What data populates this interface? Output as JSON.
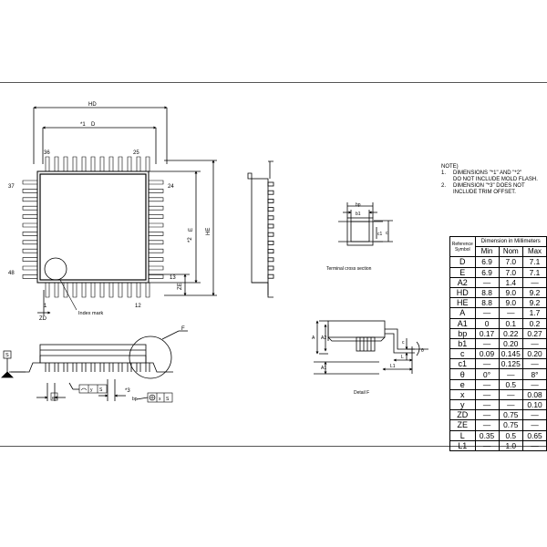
{
  "notes": {
    "heading": "NOTE)",
    "items": [
      {
        "num": "1.",
        "lines": [
          "DIMENSIONS \"*1\" AND \"*2\"",
          "DO NOT INCLUDE MOLD FLASH."
        ]
      },
      {
        "num": "2.",
        "lines": [
          "DIMENSION \"*3\" DOES NOT",
          "INCLUDE TRIM OFFSET."
        ]
      }
    ]
  },
  "table": {
    "header_ref": [
      "Reference",
      "Symbol"
    ],
    "header_dim": "Dimension in Millimeters",
    "cols": [
      "Min",
      "Nom",
      "Max"
    ],
    "rows": [
      {
        "sym": "D",
        "min": "6.9",
        "nom": "7.0",
        "max": "7.1"
      },
      {
        "sym": "E",
        "min": "6.9",
        "nom": "7.0",
        "max": "7.1"
      },
      {
        "sym": "A2",
        "min": "—",
        "nom": "1.4",
        "max": "—"
      },
      {
        "sym": "HD",
        "min": "8.8",
        "nom": "9.0",
        "max": "9.2"
      },
      {
        "sym": "HE",
        "min": "8.8",
        "nom": "9.0",
        "max": "9.2"
      },
      {
        "sym": "A",
        "min": "—",
        "nom": "—",
        "max": "1.7"
      },
      {
        "sym": "A1",
        "min": "0",
        "nom": "0.1",
        "max": "0.2"
      },
      {
        "sym": "bp",
        "min": "0.17",
        "nom": "0.22",
        "max": "0.27"
      },
      {
        "sym": "b1",
        "min": "—",
        "nom": "0.20",
        "max": "—"
      },
      {
        "sym": "c",
        "min": "0.09",
        "nom": "0.145",
        "max": "0.20"
      },
      {
        "sym": "c1",
        "min": "—",
        "nom": "0.125",
        "max": "—"
      },
      {
        "sym": "θ",
        "min": "0°",
        "nom": "—",
        "max": "8°"
      },
      {
        "sym": "e",
        "min": "—",
        "nom": "0.5",
        "max": "—"
      },
      {
        "sym": "x",
        "min": "—",
        "nom": "—",
        "max": "0.08"
      },
      {
        "sym": "y",
        "min": "—",
        "nom": "—",
        "max": "0.10"
      },
      {
        "sym": "ZD",
        "min": "—",
        "nom": "0.75",
        "max": "—"
      },
      {
        "sym": "ZE",
        "min": "—",
        "nom": "0.75",
        "max": "—"
      },
      {
        "sym": "L",
        "min": "0.35",
        "nom": "0.5",
        "max": "0.65"
      },
      {
        "sym": "L1",
        "min": "—",
        "nom": "1.0",
        "max": "—"
      }
    ]
  },
  "labels": {
    "hd": "HD",
    "d": "D",
    "star1": "*1",
    "pin36": "36",
    "pin25": "25",
    "pin37": "37",
    "pin24": "24",
    "pin48": "48",
    "pin13": "13",
    "pin1": "1",
    "pin12": "12",
    "e": "E",
    "he": "HE",
    "star2": "*2",
    "ze": "ZE",
    "zd": "ZD",
    "index_mark": "Index mark",
    "f": "F",
    "s": "S",
    "e_circ": "e",
    "y_box": "y",
    "s_box": "S",
    "star3": "*3",
    "bp": "bp",
    "x_box": "x",
    "s2_box": "S",
    "terminal_bp": "bp",
    "terminal_b1": "b1",
    "terminal_c": "c",
    "terminal_c1": "c1",
    "terminal_caption": "Terminal cross section",
    "detail_a": "A",
    "detail_a2": "A2",
    "detail_a1": "A1",
    "detail_c": "c",
    "detail_theta": "θ",
    "detail_l": "L",
    "detail_l1": "L1",
    "detail_caption": "Detail F"
  }
}
